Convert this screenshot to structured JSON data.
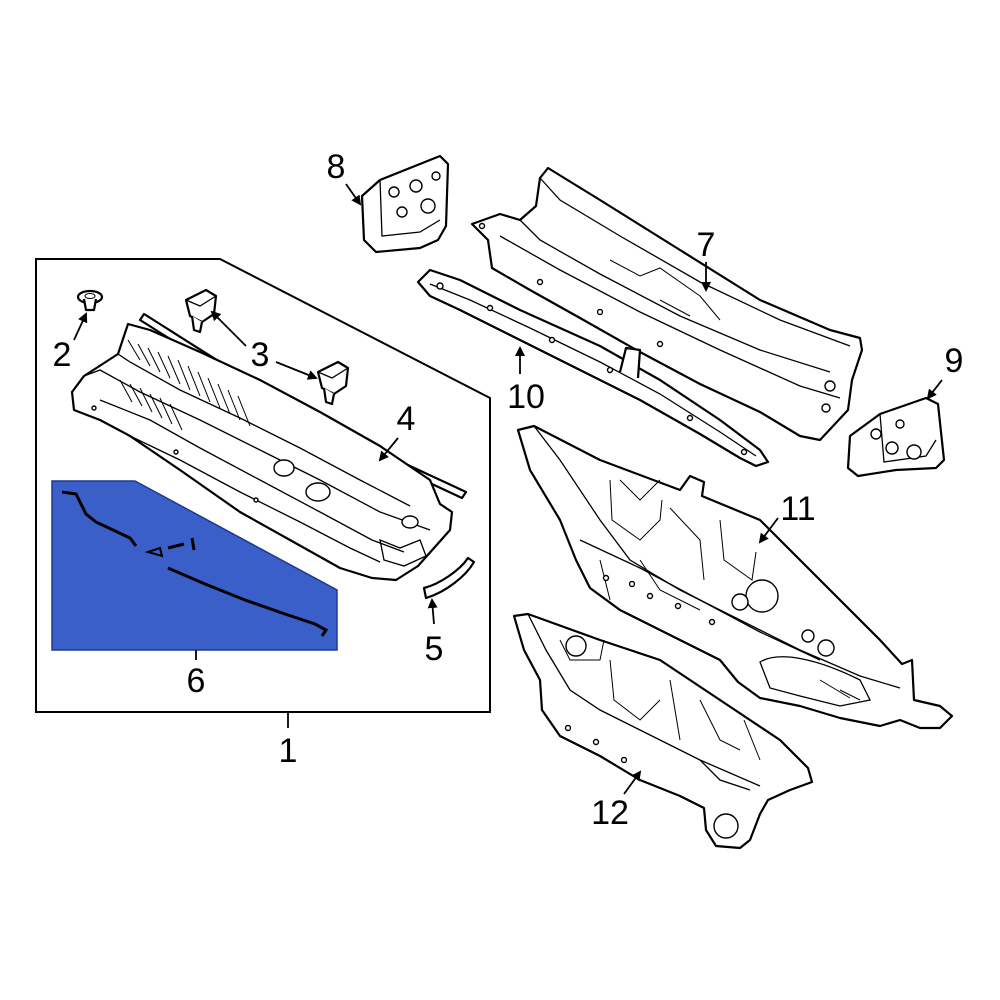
{
  "diagram": {
    "colors": {
      "line": "#000000",
      "background": "#ffffff",
      "highlight": "#3a5fc8"
    },
    "callouts": {
      "c1": "1",
      "c2": "2",
      "c3": "3",
      "c4": "4",
      "c5": "5",
      "c6": "6",
      "c7": "7",
      "c8": "8",
      "c9": "9",
      "c10": "10",
      "c11": "11",
      "c12": "12"
    },
    "highlighted_part": "6"
  }
}
